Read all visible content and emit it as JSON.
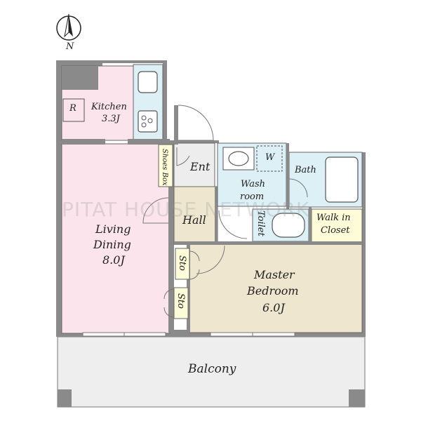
{
  "compass": {
    "north_label": "N"
  },
  "rooms": {
    "kitchen": {
      "name": "Kitchen",
      "size": "3.3J"
    },
    "refrigerator": "R",
    "living": {
      "line1": "Living",
      "line2": "Dining",
      "size": "8.0J"
    },
    "entrance": "Ent",
    "shoes_box": "Shoes Box",
    "wash": {
      "line1": "Wash",
      "line2": "room"
    },
    "washer": "W",
    "bath": "Bath",
    "hall": "Hall",
    "toilet": "Toilet",
    "walk_in": {
      "line1": "Walk in",
      "line2": "Closet"
    },
    "storage_upper": "Sto",
    "storage_lower": "Sto",
    "bedroom": {
      "line1": "Master",
      "line2": "Bedroom",
      "size": "6.0J"
    },
    "balcony": "Balcony"
  },
  "watermark": "PITAT HOUSE NETWORK",
  "colors": {
    "kitchen": "#fbe4ec",
    "living": "#fbe4ec",
    "wet_area": "#dcf0f6",
    "hall": "#efe6cf",
    "bedroom": "#efe6cf",
    "closet": "#fdfbd8",
    "entrance": "#ededed",
    "balcony": "#eeeeee",
    "wall": "#8a8a8a"
  }
}
